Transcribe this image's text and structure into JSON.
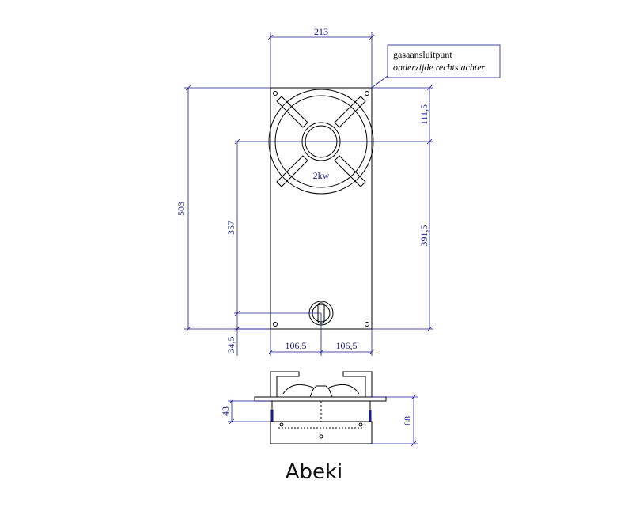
{
  "dimensions": {
    "width_top": "213",
    "height_total": "503",
    "to_burner_center": "111,5",
    "burner_to_bottom": "391,5",
    "knob_to_burner": "357",
    "knob_to_bottom": "34,5",
    "half_left": "106,5",
    "half_right": "106,5",
    "side_depth": "43",
    "side_total": "88"
  },
  "note": {
    "line1": "gasaansluitpunt",
    "line2": "onderzijde rechts achter"
  },
  "burner_label": "2kw",
  "caption": "Abeki",
  "colors": {
    "dimension": "#1a1a8c",
    "outline": "#000000",
    "background": "#ffffff"
  }
}
